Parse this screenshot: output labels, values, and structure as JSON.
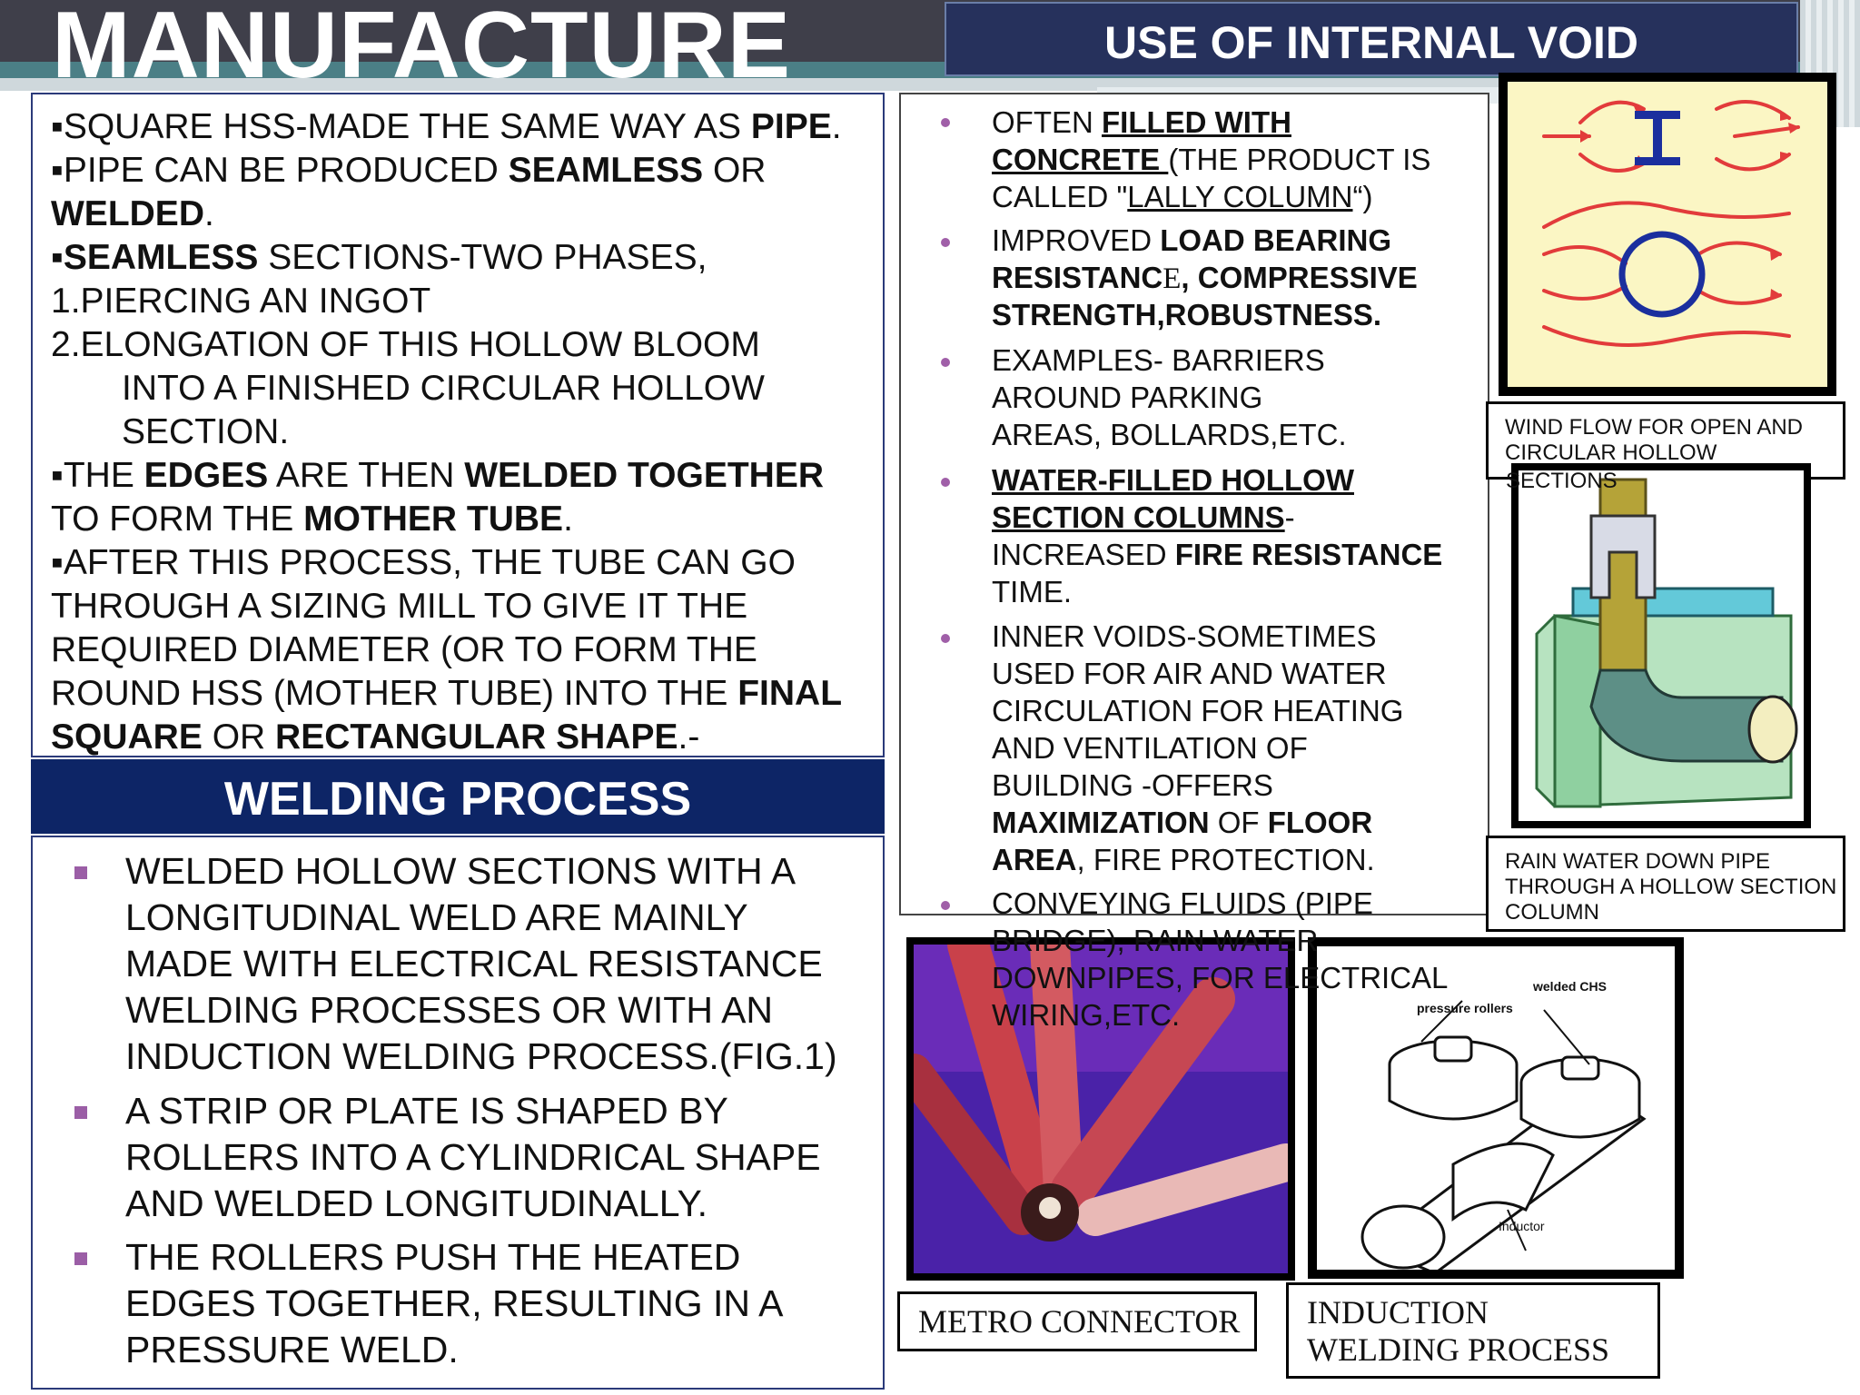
{
  "header": {
    "title": "MANUFACTURE",
    "section_tab": "USE OF INTERNAL VOID"
  },
  "manufacture": {
    "l1": {
      "a": "▪SQUARE HSS-MADE THE SAME WAY AS ",
      "b": "PIPE",
      "c": "."
    },
    "l2": {
      "a": "▪PIPE CAN BE PRODUCED ",
      "b": "SEAMLESS",
      "c": " OR"
    },
    "l3": {
      "b": "WELDED",
      "c": "."
    },
    "l4": {
      "b": "▪SEAMLESS",
      "c": " SECTIONS-TWO PHASES,"
    },
    "l5": "1.PIERCING AN INGOT",
    "l6": "2.ELONGATION OF THIS HOLLOW BLOOM",
    "l7": "INTO A FINISHED CIRCULAR HOLLOW",
    "l8": "SECTION.",
    "l9": {
      "a": "▪THE ",
      "b": "EDGES",
      "c": " ARE THEN ",
      "d": "WELDED TOGETHER"
    },
    "l10": {
      "a": "TO FORM THE ",
      "b": "MOTHER TUBE",
      "c": "."
    },
    "l11": "▪AFTER THIS PROCESS, THE TUBE CAN GO",
    "l12": "THROUGH A SIZING MILL TO GIVE IT THE",
    "l13": "REQUIRED DIAMETER (OR TO FORM THE",
    "l14": {
      "a": "ROUND HSS (MOTHER TUBE) INTO THE ",
      "b": "FINAL"
    },
    "l15": {
      "b": "SQUARE",
      "c": " OR ",
      "d": "RECTANGULAR SHAPE",
      "e": ".-"
    }
  },
  "welding": {
    "title": "WELDING PROCESS",
    "b1": [
      "WELDED HOLLOW SECTIONS WITH A",
      "LONGITUDINAL WELD ARE MAINLY",
      "MADE WITH ELECTRICAL RESISTANCE",
      "WELDING PROCESSES OR WITH AN",
      "INDUCTION WELDING PROCESS.(FIG.1)"
    ],
    "b2": [
      "A STRIP OR PLATE IS SHAPED BY",
      "ROLLERS INTO A CYLINDRICAL SHAPE",
      "AND WELDED LONGITUDINALLY."
    ],
    "b3": [
      "THE ROLLERS PUSH THE HEATED",
      "EDGES TOGETHER, RESULTING IN A",
      "PRESSURE WELD."
    ]
  },
  "voids": {
    "i1": {
      "a": "OFTEN ",
      "b": "FILLED WITH",
      "c": "CONCRETE ",
      "d": "(THE PRODUCT IS",
      "e": "CALLED \"",
      "f": "LALLY COLUMN",
      "g": "“)"
    },
    "i2": {
      "a": "IMPROVED ",
      "b": "LOAD BEARING",
      "c": "RESISTANC",
      "d": "E",
      "e": ", ",
      "f": "COMPRESSIVE",
      "g": "STRENGTH,ROBUSTNESS."
    },
    "i3": [
      "EXAMPLES- BARRIERS",
      "AROUND PARKING",
      "AREAS, BOLLARDS,ETC."
    ],
    "i4": {
      "a": "WATER-FILLED HOLLOW",
      "b": "SECTION COLUMNS",
      "c": "-",
      "d": "INCREASED ",
      "e": "FIRE RESISTANCE",
      "f": "TIME."
    },
    "i5": {
      "l1": "INNER VOIDS-SOMETIMES",
      "l2": "USED FOR AIR AND WATER",
      "l3": "CIRCULATION FOR HEATING",
      "l4": "AND VENTILATION OF",
      "l5": "BUILDING -OFFERS",
      "b1": "MAXIMIZATION",
      "m1": " OF ",
      "b2": "FLOOR",
      "b3": "AREA",
      "m2": ", FIRE PROTECTION."
    },
    "i6": [
      "CONVEYING FLUIDS (PIPE",
      "BRIDGE), RAIN WATER",
      "DOWNPIPES, FOR ELECTRICAL",
      "WIRING,ETC."
    ]
  },
  "figures": {
    "wind_caption": [
      "WIND FLOW FOR OPEN AND",
      "CIRCULAR HOLLOW",
      "SECTIONS"
    ],
    "pipe_caption": [
      "RAIN WATER DOWN PIPE",
      "THROUGH A HOLLOW SECTION",
      "COLUMN"
    ],
    "metro_caption": "METRO CONNECTOR",
    "induction_caption": [
      "INDUCTION",
      "WELDING PROCESS"
    ],
    "induction_labels": {
      "welded": "welded CHS",
      "rollers": "pressure rollers",
      "inductor": "Inductor"
    }
  }
}
